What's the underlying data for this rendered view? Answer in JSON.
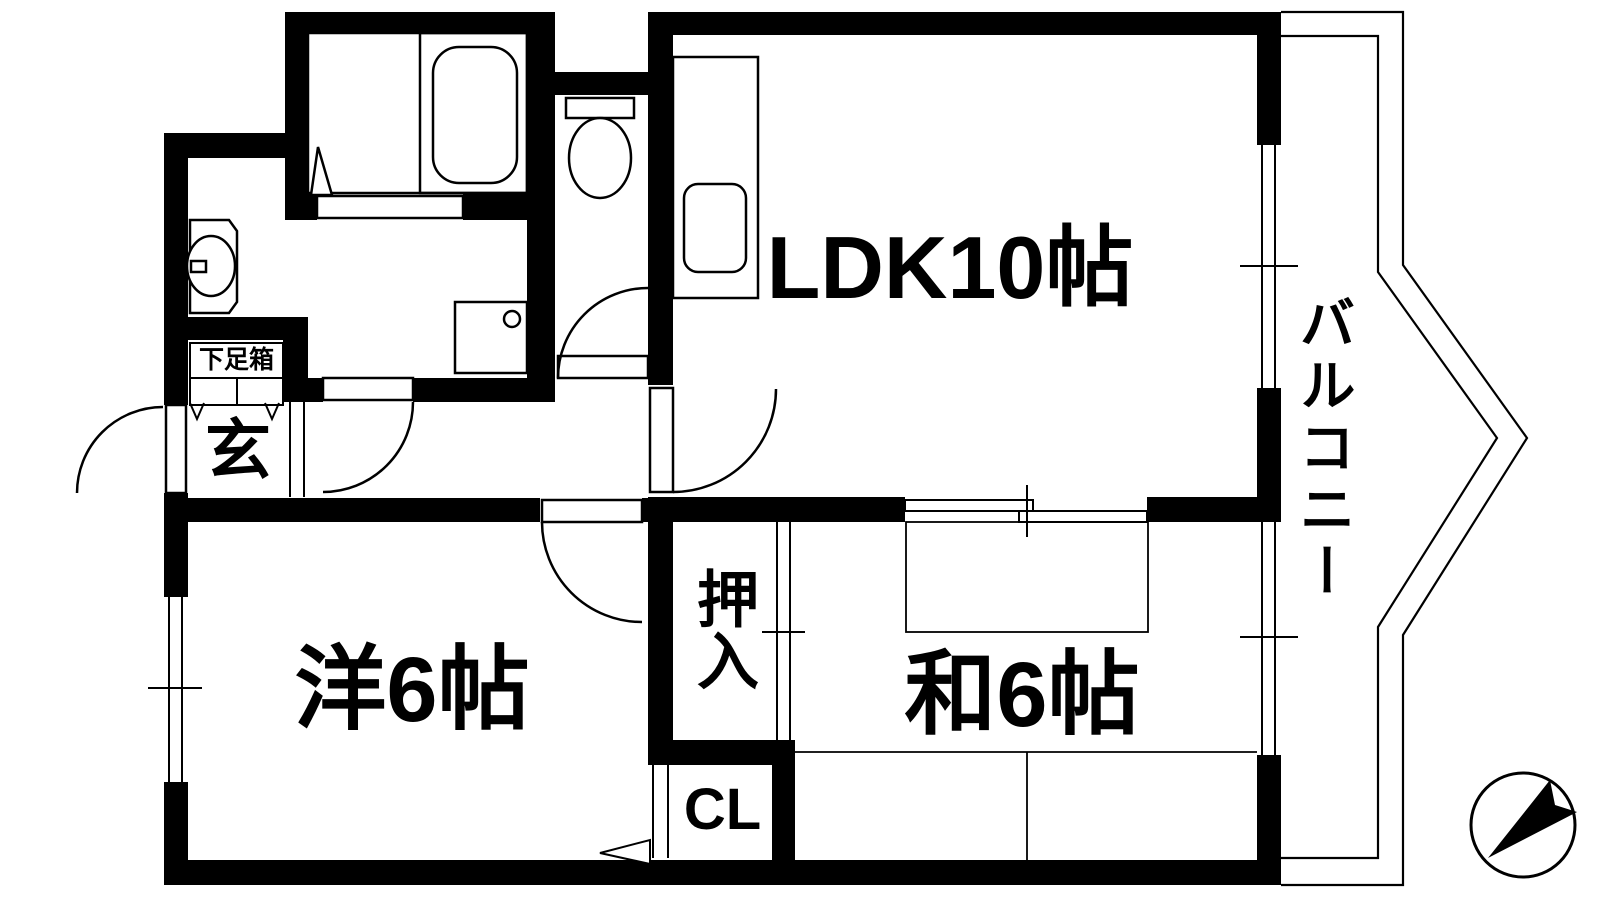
{
  "plan": {
    "type": "apartment-floor-plan",
    "rooms": {
      "ldk": "LDK10帖",
      "western_room": "洋6帖",
      "japanese_room": "和6帖",
      "balcony": "バルコニー",
      "oshiire": "押入",
      "closet": "CL",
      "genkan": "玄",
      "shoe_box": "下足箱"
    },
    "colors": {
      "wall": "#000000",
      "background": "#ffffff",
      "line": "#000000"
    }
  }
}
